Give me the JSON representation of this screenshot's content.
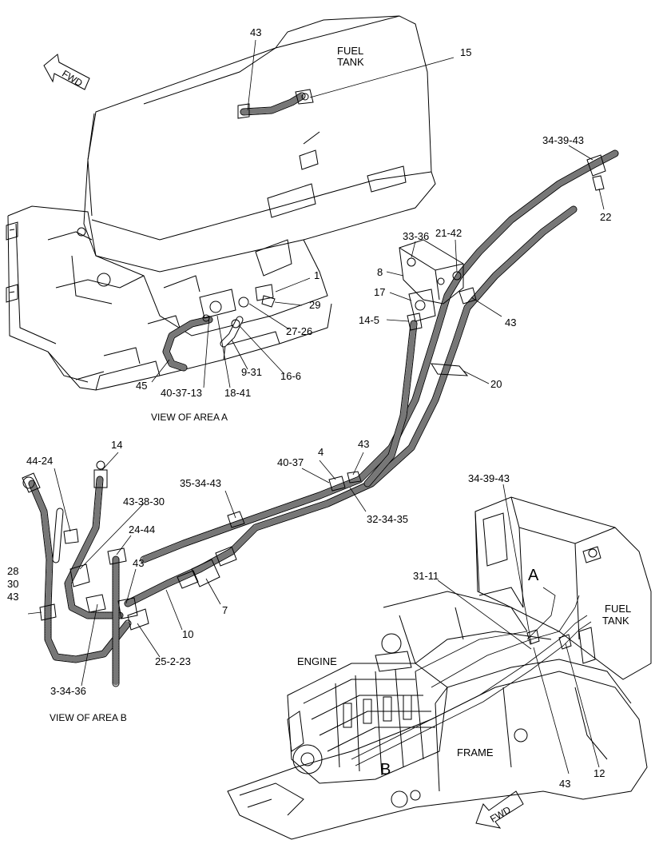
{
  "callouts": [
    {
      "id": "c43a",
      "text": "43"
    },
    {
      "id": "c15",
      "text": "15"
    },
    {
      "id": "c3439a",
      "text": "34-39-43"
    },
    {
      "id": "c22",
      "text": "22"
    },
    {
      "id": "c3336",
      "text": "33-36"
    },
    {
      "id": "c2142",
      "text": "21-42"
    },
    {
      "id": "c8",
      "text": "8"
    },
    {
      "id": "c17",
      "text": "17"
    },
    {
      "id": "c145",
      "text": "14-5"
    },
    {
      "id": "c43b",
      "text": "43"
    },
    {
      "id": "c20",
      "text": "20"
    },
    {
      "id": "c1",
      "text": "1"
    },
    {
      "id": "c29",
      "text": "29"
    },
    {
      "id": "c2726",
      "text": "27-26"
    },
    {
      "id": "c931",
      "text": "9-31"
    },
    {
      "id": "c166",
      "text": "16-6"
    },
    {
      "id": "c1841",
      "text": "18-41"
    },
    {
      "id": "c403713",
      "text": "40-37-13"
    },
    {
      "id": "c45",
      "text": "45"
    },
    {
      "id": "c14",
      "text": "14"
    },
    {
      "id": "c4424a",
      "text": "44-24"
    },
    {
      "id": "c433830",
      "text": "43-38-30"
    },
    {
      "id": "c2444",
      "text": "24-44"
    },
    {
      "id": "c43c",
      "text": "43"
    },
    {
      "id": "c28",
      "text": "28"
    },
    {
      "id": "c30",
      "text": "30"
    },
    {
      "id": "c43d",
      "text": "43"
    },
    {
      "id": "c33436",
      "text": "3-34-36"
    },
    {
      "id": "c25223",
      "text": "25-2-23"
    },
    {
      "id": "c10",
      "text": "10"
    },
    {
      "id": "c7",
      "text": "7"
    },
    {
      "id": "c353443",
      "text": "35-34-43"
    },
    {
      "id": "c4037",
      "text": "40-37"
    },
    {
      "id": "c4",
      "text": "4"
    },
    {
      "id": "c43e",
      "text": "43"
    },
    {
      "id": "c323435",
      "text": "32-34-35"
    },
    {
      "id": "c3439b",
      "text": "34-39-43"
    },
    {
      "id": "c3111",
      "text": "31-11"
    },
    {
      "id": "c43f",
      "text": "43"
    },
    {
      "id": "c12",
      "text": "12"
    }
  ],
  "captions": {
    "view_a": "VIEW OF AREA  A",
    "view_b": "VIEW OF AREA  B"
  },
  "part_labels": {
    "fuel_tank_top_1": "FUEL",
    "fuel_tank_top_2": "TANK",
    "fuel_tank_right_1": "FUEL",
    "fuel_tank_right_2": "TANK",
    "engine": "ENGINE",
    "frame": "FRAME",
    "area_a": "A",
    "area_b": "B",
    "fwd_top": "FWD",
    "fwd_bottom": "FWD"
  }
}
